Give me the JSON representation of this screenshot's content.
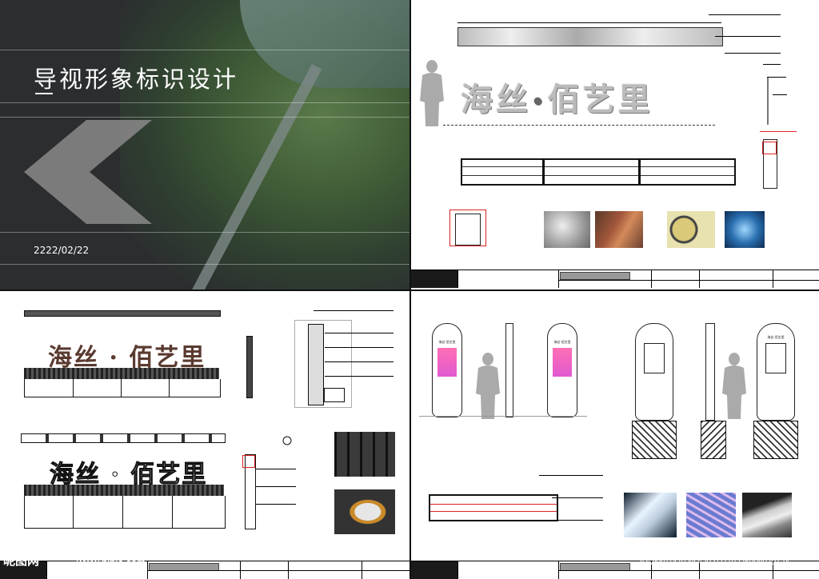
{
  "cover": {
    "title": "导视形象标识设计",
    "date": "2222/02/22"
  },
  "sign": {
    "name_left": "海丝",
    "name_right": "佰艺里"
  },
  "pylon": {
    "label": "海丝·佰艺里"
  },
  "watermark": {
    "logo": "昵图网",
    "url": "www.nipic.com",
    "id": "ID:25597470 NO:20211119235908970124"
  },
  "colors": {
    "cover_bg": "#2b2d2f",
    "accent_red": "#d22222",
    "titleblock_dark": "#1a1a1a"
  }
}
